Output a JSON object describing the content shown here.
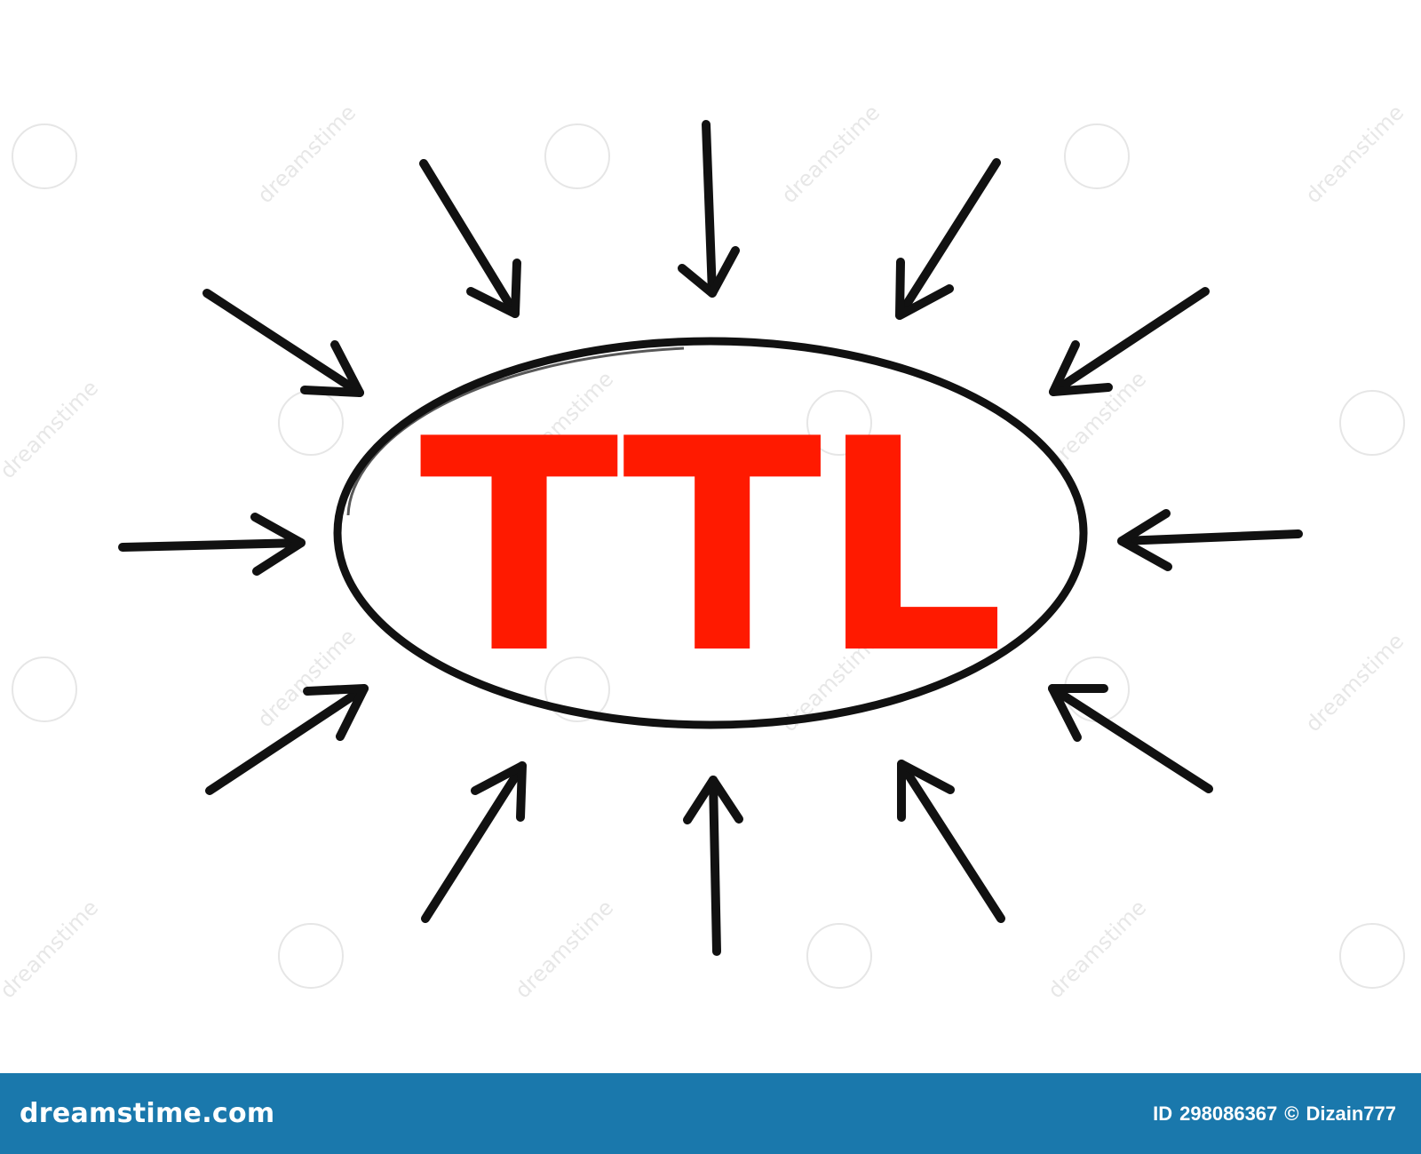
{
  "main_text": "TTL",
  "colors": {
    "accent": "#ff1a00",
    "stroke": "#111111",
    "footer_bg": "#1a78ac",
    "footer_text": "#ffffff"
  },
  "watermark": {
    "text": "dreamstime"
  },
  "footer": {
    "brand": "dreamstime.com",
    "id_label": "ID",
    "id_number": "298086367",
    "copyright_symbol": "©",
    "author": "Dizain777"
  }
}
